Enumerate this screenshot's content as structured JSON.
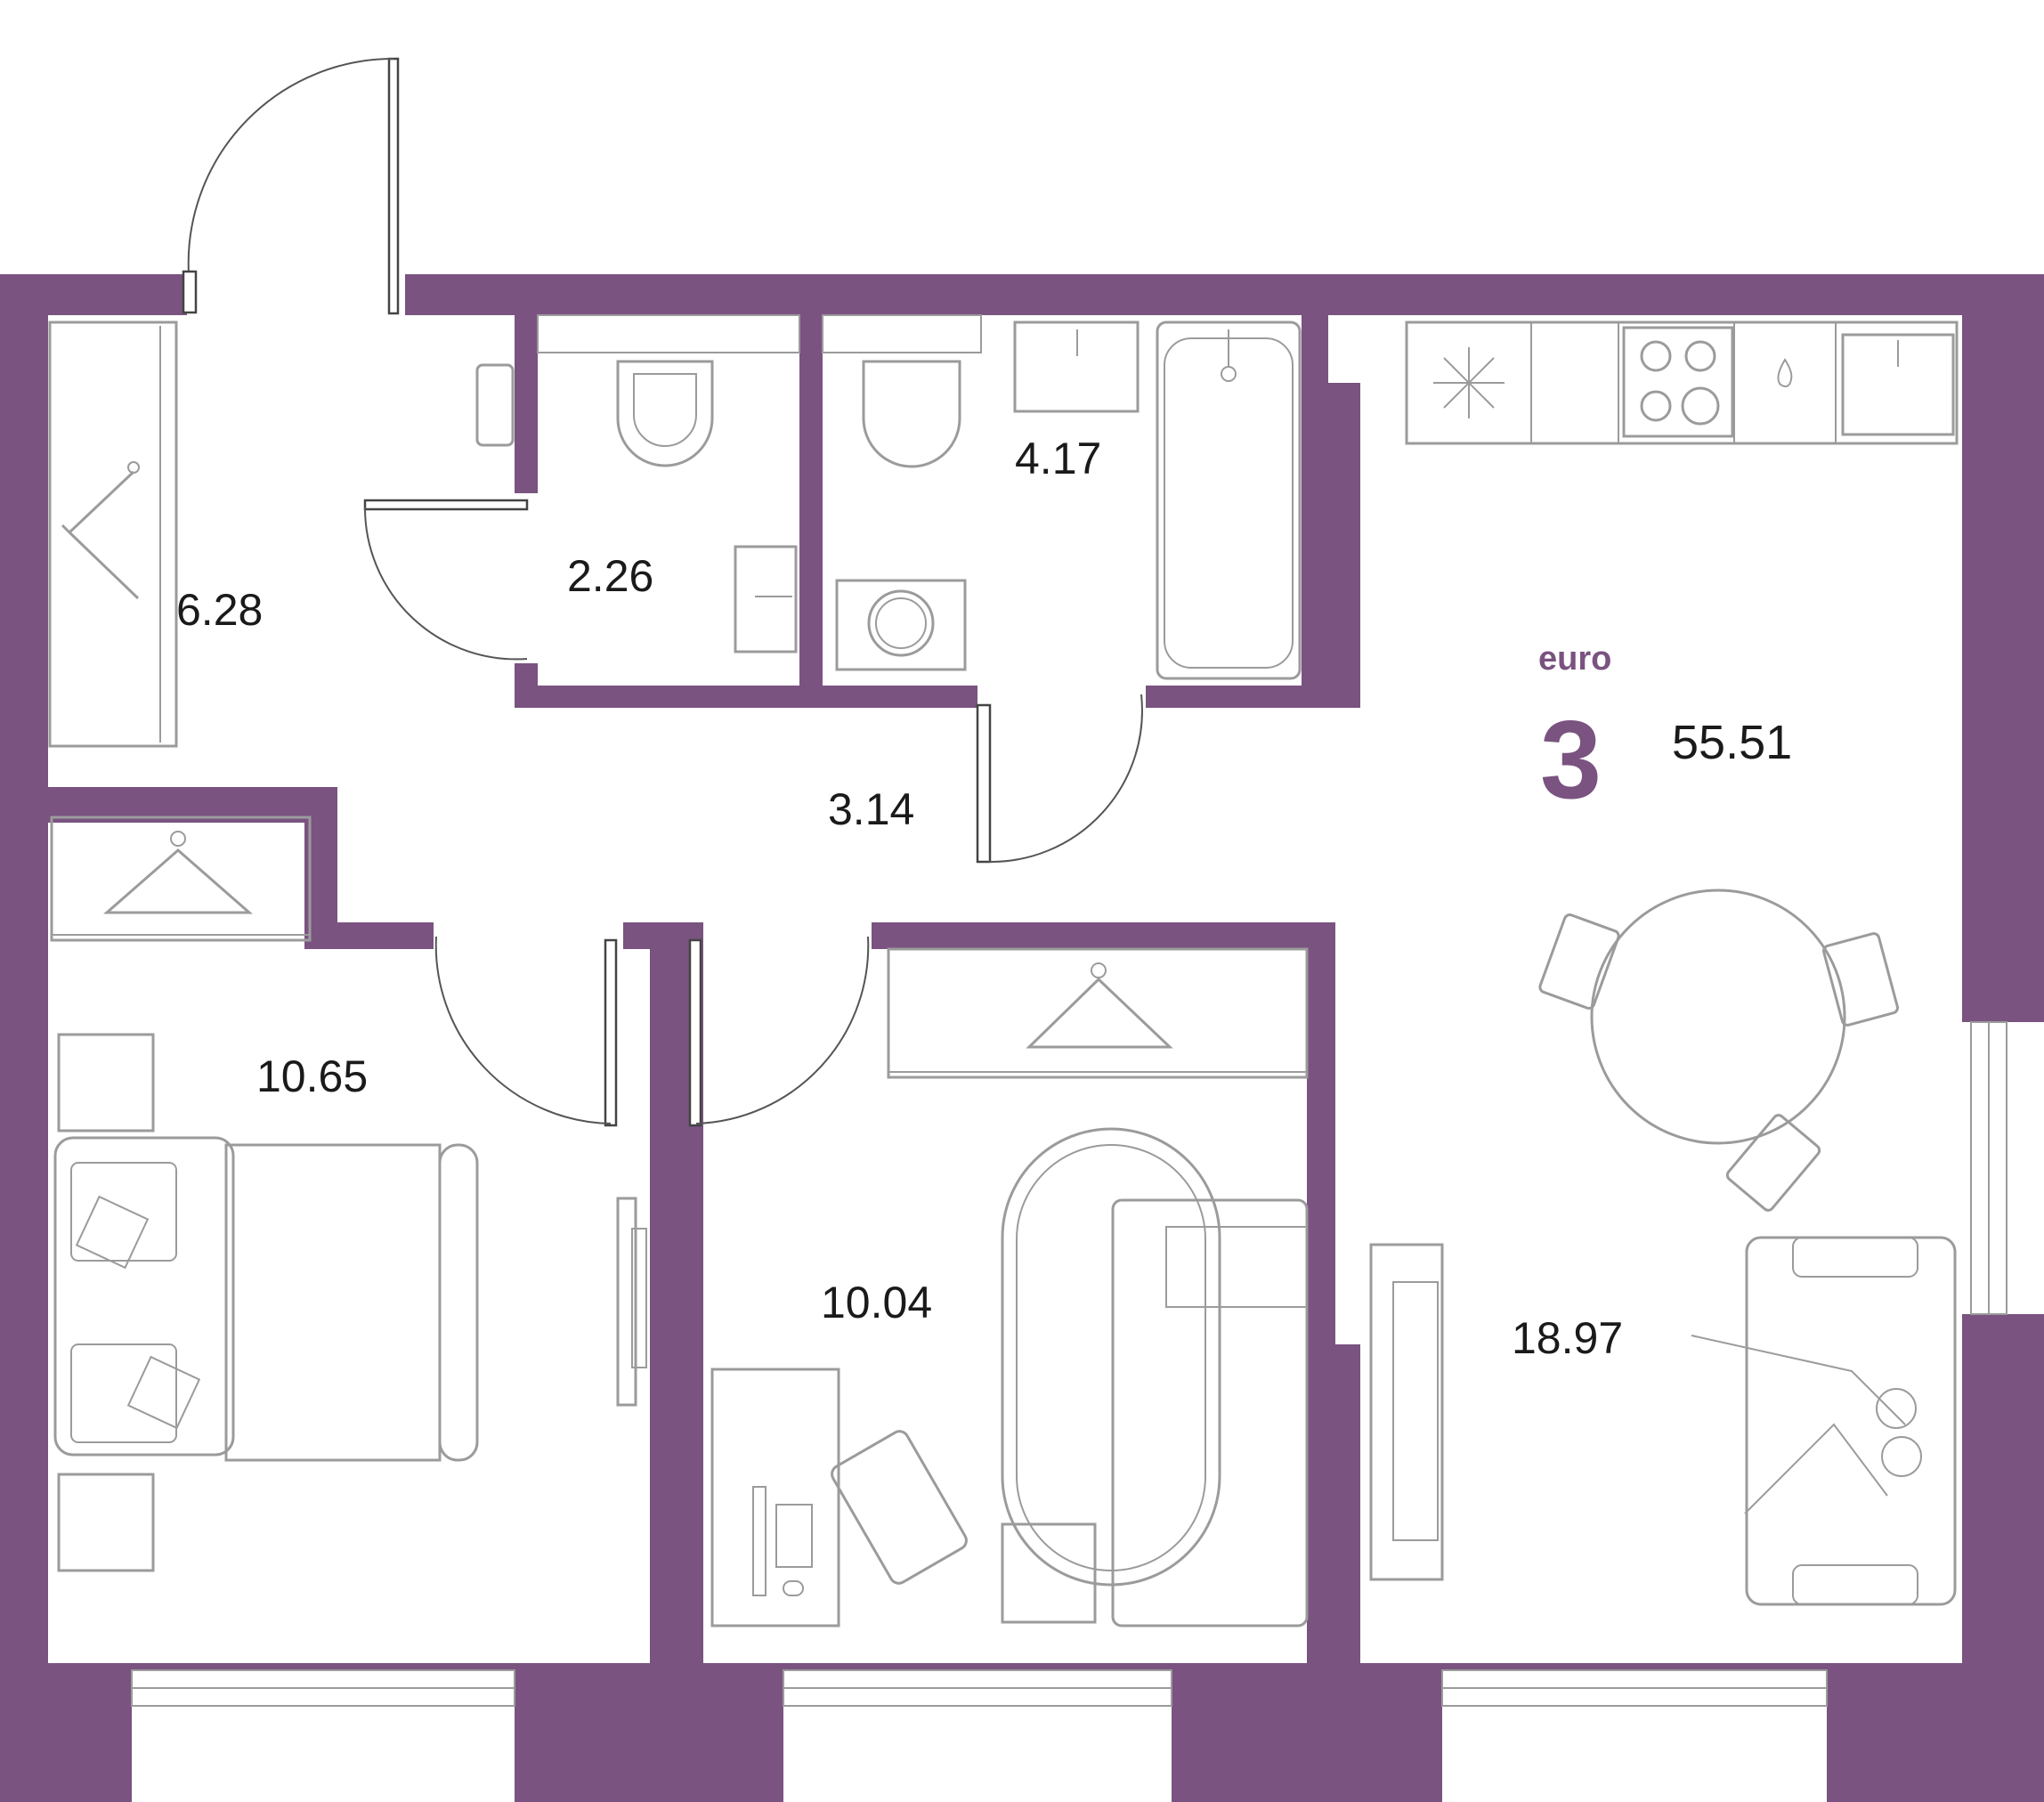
{
  "accent_color": "#7a5380",
  "apartment": {
    "type_label": "euro",
    "rooms": "3",
    "total_area": "55.51"
  },
  "rooms": [
    {
      "id": "wardrobe-hall",
      "area": "6.28"
    },
    {
      "id": "wc",
      "area": "2.26"
    },
    {
      "id": "bathroom",
      "area": "4.17"
    },
    {
      "id": "corridor",
      "area": "3.14"
    },
    {
      "id": "bedroom",
      "area": "10.65"
    },
    {
      "id": "second-room",
      "area": "10.04"
    },
    {
      "id": "kitchen-living",
      "area": "18.97"
    }
  ]
}
